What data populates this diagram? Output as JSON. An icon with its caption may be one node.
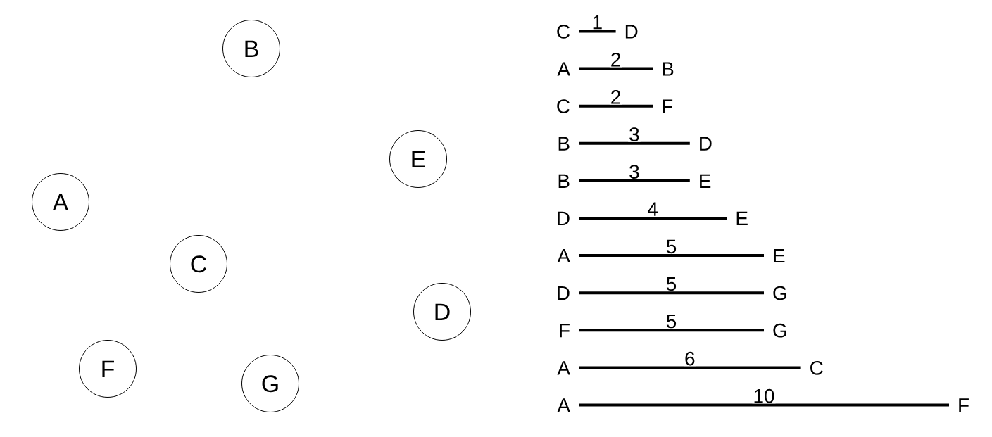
{
  "diagram": {
    "nodes": [
      {
        "text": [
          "B"
        ]
      },
      {
        "text": [
          "E"
        ]
      },
      {
        "text": [
          "A"
        ]
      },
      {
        "text": [
          "C"
        ]
      },
      {
        "text": [
          "D"
        ]
      },
      {
        "text": [
          "F"
        ]
      },
      {
        "text": [
          "G"
        ]
      },
      {
        "text": [
          "C"
        ]
      },
      {
        "text": [
          "D"
        ]
      },
      {
        "text": [
          "A"
        ]
      },
      {
        "text": [
          "B"
        ]
      },
      {
        "text": [
          "C"
        ]
      },
      {
        "text": [
          "F"
        ]
      },
      {
        "text": [
          "B"
        ]
      },
      {
        "text": [
          "D"
        ]
      },
      {
        "text": [
          "B"
        ]
      },
      {
        "text": [
          "E"
        ]
      },
      {
        "text": [
          "D"
        ]
      },
      {
        "text": [
          "E"
        ]
      },
      {
        "text": [
          "A"
        ]
      },
      {
        "text": [
          "E"
        ]
      },
      {
        "text": [
          "D"
        ]
      },
      {
        "text": [
          "G"
        ]
      },
      {
        "text": [
          "F"
        ]
      },
      {
        "text": [
          "G"
        ]
      },
      {
        "text": [
          "A"
        ]
      },
      {
        "text": [
          "C"
        ]
      },
      {
        "text": [
          "A"
        ]
      },
      {
        "text": [
          "F"
        ]
      }
    ],
    "edges": [
      {
        "from": 7,
        "to": 8,
        "arrow": "none",
        "label": "1"
      },
      {
        "from": 9,
        "to": 10,
        "arrow": "none",
        "label": "2"
      },
      {
        "from": 11,
        "to": 12,
        "arrow": "none",
        "label": "2"
      },
      {
        "from": 13,
        "to": 14,
        "arrow": "none",
        "label": "3"
      },
      {
        "from": 15,
        "to": 16,
        "arrow": "none",
        "label": "3"
      },
      {
        "from": 17,
        "to": 18,
        "arrow": "none",
        "label": "4"
      },
      {
        "from": 19,
        "to": 20,
        "arrow": "none",
        "label": "5"
      },
      {
        "from": 21,
        "to": 22,
        "arrow": "none",
        "label": "5"
      },
      {
        "from": 23,
        "to": 24,
        "arrow": "none",
        "label": "5"
      },
      {
        "from": 25,
        "to": 26,
        "arrow": "none",
        "label": "6"
      },
      {
        "from": 27,
        "to": 28,
        "arrow": "none",
        "label": "10"
      }
    ]
  }
}
